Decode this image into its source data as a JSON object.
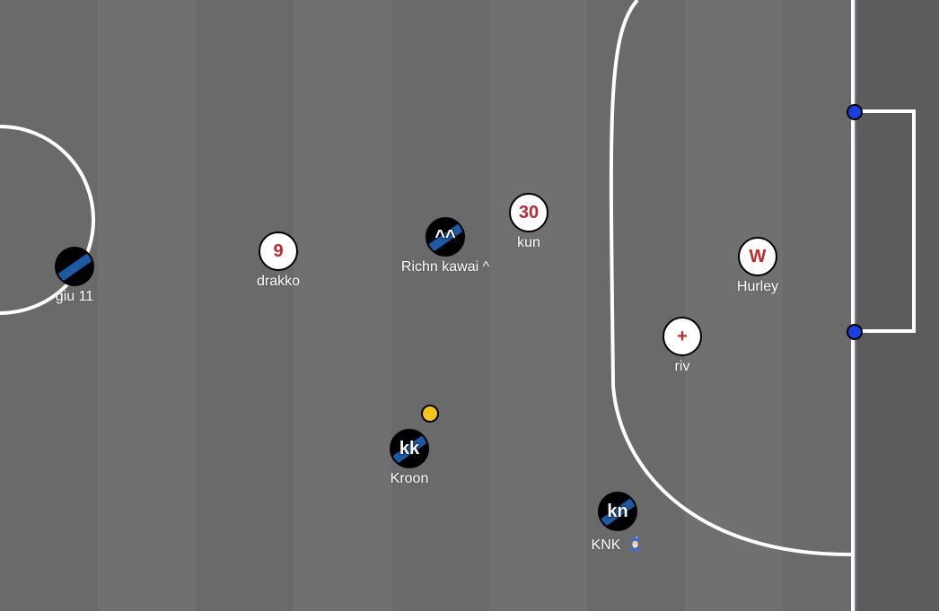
{
  "colors": {
    "red_team": "#c0282e",
    "blue_team_band": "#1c5aa6",
    "blue_team_base": "#000000",
    "field": "#6c6c6c",
    "field_stripe": "#727272",
    "lines": "#ffffff",
    "goal_post": "#1a3fe0",
    "kicking_indicator": "#f5c518"
  },
  "players": {
    "giu": {
      "name": "giu 11",
      "team": "blue",
      "avatar": ""
    },
    "drakko": {
      "name": "drakko",
      "team": "red",
      "avatar": "9"
    },
    "richn": {
      "name": "Richn kawai ^",
      "team": "blue",
      "avatar": "^^"
    },
    "kun": {
      "name": "kun",
      "team": "red",
      "avatar": "30"
    },
    "hurley": {
      "name": "Hurley",
      "team": "red",
      "avatar": "W"
    },
    "riv": {
      "name": "riv",
      "team": "red",
      "avatar": "+"
    },
    "kroon": {
      "name": "Kroon",
      "team": "blue",
      "avatar": "kk"
    },
    "knk": {
      "name": "KNK",
      "team": "blue",
      "avatar": "kn",
      "icon": "wizard-icon"
    }
  }
}
